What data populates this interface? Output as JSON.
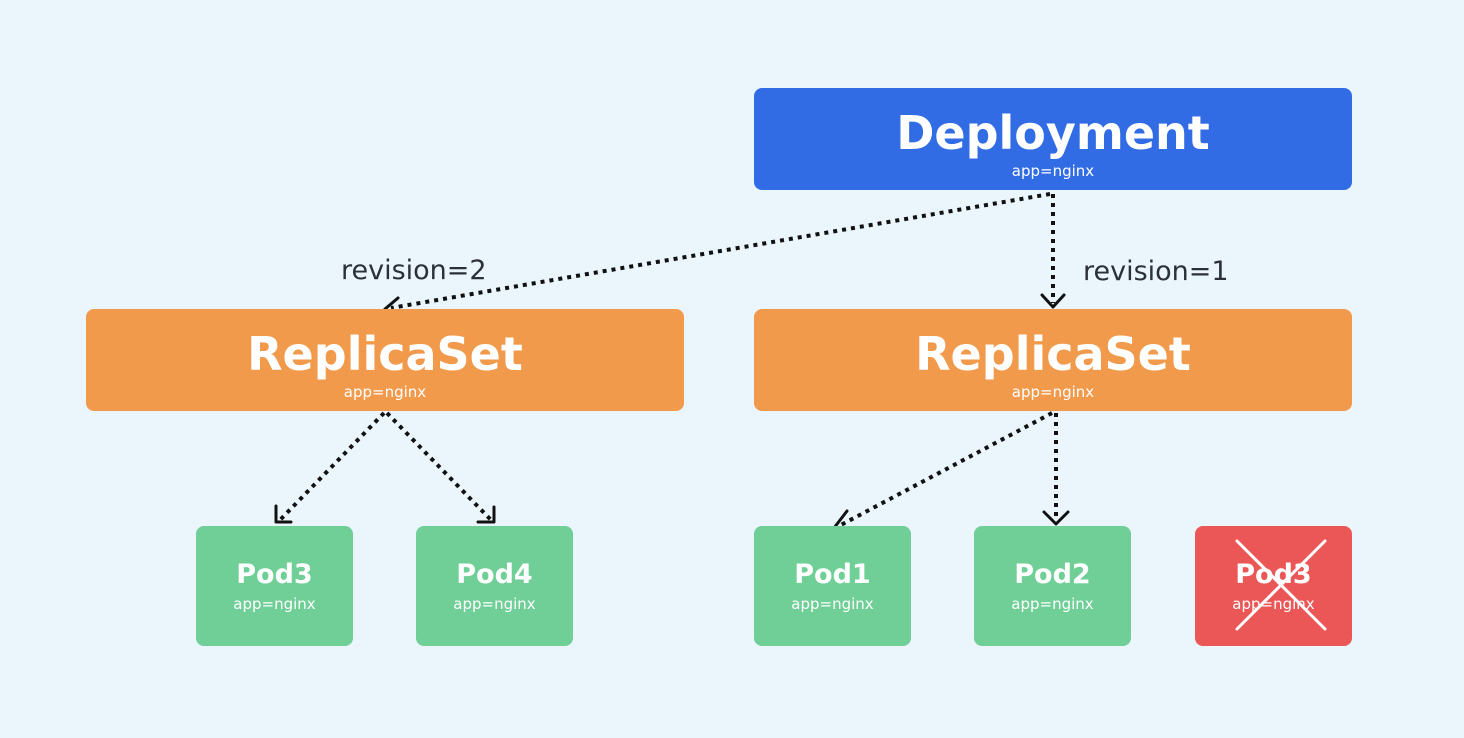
{
  "colors": {
    "background": "#eaf5fc",
    "deployment": "#326ce5",
    "replicaset": "#f29a4b",
    "pod": "#6fcf97",
    "pod_deleted": "#eb5757",
    "edge": "#111111",
    "text": "#ffffff",
    "revision_text": "#2c3139"
  },
  "deployment": {
    "title": "Deployment",
    "label": "app=nginx"
  },
  "replicasets": [
    {
      "id": "rs-new",
      "title": "ReplicaSet",
      "label": "app=nginx",
      "revision": "revision=2"
    },
    {
      "id": "rs-old",
      "title": "ReplicaSet",
      "label": "app=nginx",
      "revision": "revision=1"
    }
  ],
  "pods": [
    {
      "id": "pod3-new",
      "title": "Pod3",
      "label": "app=nginx",
      "deleted": false
    },
    {
      "id": "pod4",
      "title": "Pod4",
      "label": "app=nginx",
      "deleted": false
    },
    {
      "id": "pod1",
      "title": "Pod1",
      "label": "app=nginx",
      "deleted": false
    },
    {
      "id": "pod2",
      "title": "Pod2",
      "label": "app=nginx",
      "deleted": false
    },
    {
      "id": "pod3-old",
      "title": "Pod3",
      "label": "app=nginx",
      "deleted": true
    }
  ],
  "edges": [
    {
      "from": "deployment",
      "to": "rs-new",
      "style": "dotted-arrow"
    },
    {
      "from": "deployment",
      "to": "rs-old",
      "style": "dotted-arrow"
    },
    {
      "from": "rs-new",
      "to": "pod3-new",
      "style": "dotted-arrow"
    },
    {
      "from": "rs-new",
      "to": "pod4",
      "style": "dotted-arrow"
    },
    {
      "from": "rs-old",
      "to": "pod1",
      "style": "dotted-arrow"
    },
    {
      "from": "rs-old",
      "to": "pod2",
      "style": "dotted-arrow"
    }
  ],
  "deleted_marker_icon": "cross-out"
}
